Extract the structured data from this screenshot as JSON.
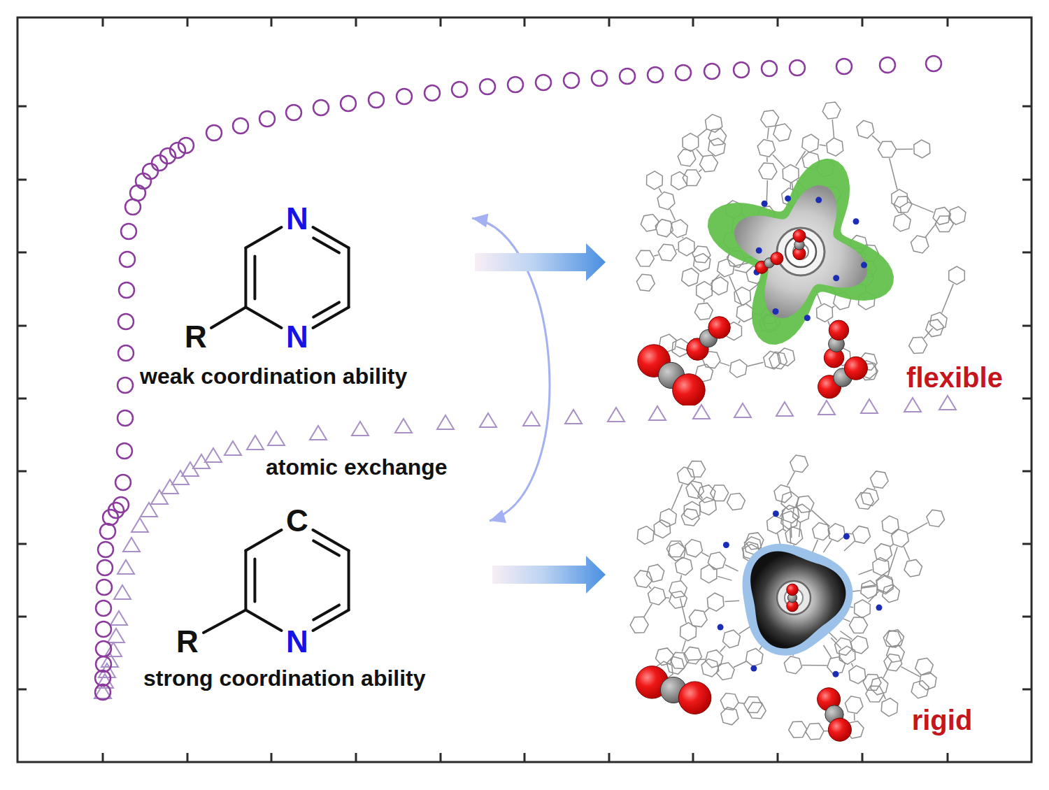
{
  "diagram": {
    "nodes": [
      {
        "text": [
          "N",
          "R",
          "N",
          "weak coordination ability"
        ]
      },
      {
        "text": [
          "flexible"
        ]
      },
      {
        "text": [
          "C",
          "R",
          "N",
          "strong coordination ability"
        ]
      },
      {
        "text": [
          "rigid"
        ]
      }
    ],
    "edges": [
      {
        "from": 0,
        "to": 1,
        "arrow": "to"
      },
      {
        "from": 0,
        "to": 2,
        "arrow": "both",
        "label": "atomic exchange"
      },
      {
        "from": 2,
        "to": 3,
        "arrow": "to"
      }
    ]
  }
}
